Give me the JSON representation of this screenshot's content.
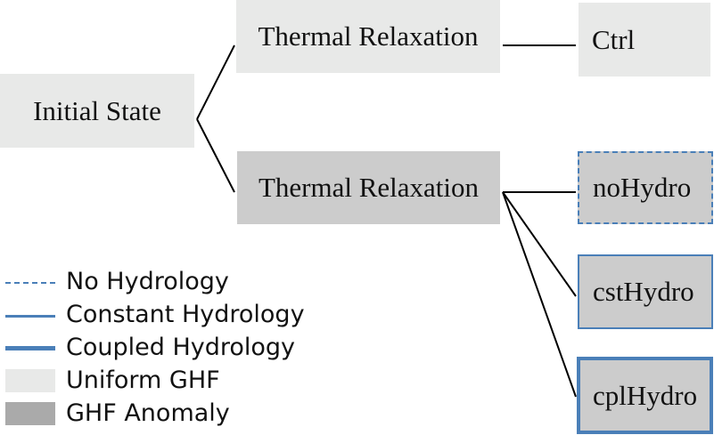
{
  "diagram": {
    "nodes": {
      "initial": "Initial State",
      "relax_uniform": "Thermal Relaxation",
      "relax_anomaly": "Thermal Relaxation",
      "ctrl": "Ctrl",
      "nohydro": "noHydro",
      "csthydro": "cstHydro",
      "cplhydro": "cplHydro"
    },
    "edges": [
      [
        "initial",
        "relax_uniform"
      ],
      [
        "initial",
        "relax_anomaly"
      ],
      [
        "relax_uniform",
        "ctrl"
      ],
      [
        "relax_anomaly",
        "nohydro"
      ],
      [
        "relax_anomaly",
        "csthydro"
      ],
      [
        "relax_anomaly",
        "cplhydro"
      ]
    ]
  },
  "legend": {
    "items": [
      {
        "label": "No Hydrology",
        "style": "dashed-line"
      },
      {
        "label": "Constant Hydrology",
        "style": "solid-line"
      },
      {
        "label": "Coupled Hydrology",
        "style": "thick-line"
      },
      {
        "label": "Uniform GHF",
        "style": "light-fill"
      },
      {
        "label": "GHF Anomaly",
        "style": "dark-fill"
      }
    ]
  },
  "colors": {
    "uniform_fill": "#e8e9e8",
    "anomaly_fill": "#cccccc",
    "hydro_border": "#4a7fb8",
    "connector": "#000000"
  }
}
